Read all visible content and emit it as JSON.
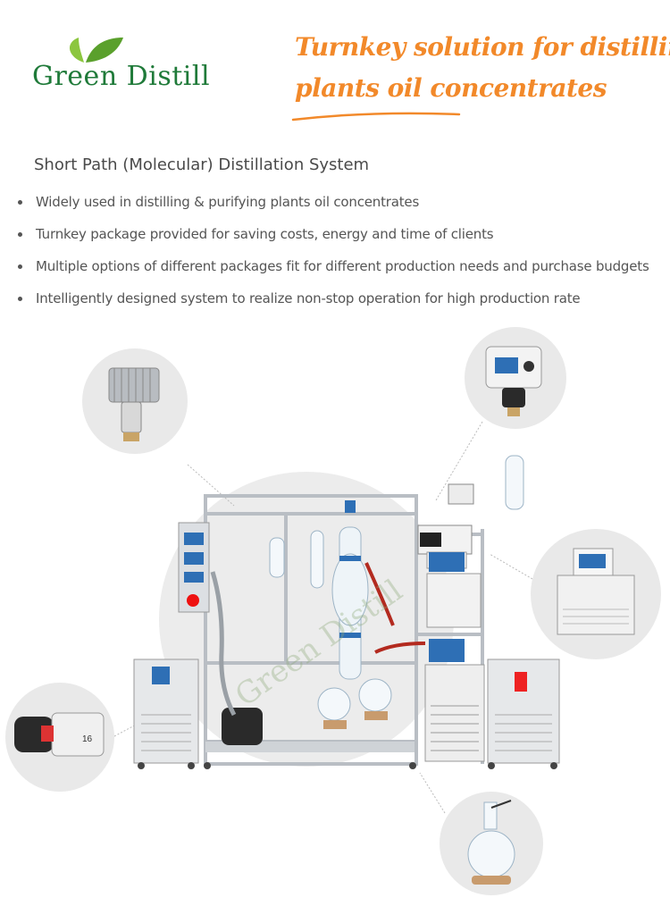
{
  "brand": {
    "name": "Green Distill",
    "watermark": "Green Distill"
  },
  "tagline": {
    "line1": "Turnkey solution for distilling",
    "line2": "plants oil concentrates"
  },
  "section": {
    "title": "Short Path (Molecular) Distillation System",
    "bullets": [
      "Widely used in distilling & purifying plants oil concentrates",
      "Turnkey package provided for saving costs, energy and time of clients",
      "Multiple options of different packages fit for different production needs and purchase budgets",
      "Intelligently designed system to realize non-stop operation for high production rate"
    ]
  },
  "colors": {
    "brand_green": "#1f7a39",
    "leaf_green": "#7cbb2f",
    "accent_orange": "#f2892a"
  },
  "images": [
    "heater-coil-photo",
    "peristaltic-pump-photo",
    "chiller-photo",
    "vacuum-pump-photo",
    "receiving-flask-photo",
    "distillation-system-photo"
  ]
}
